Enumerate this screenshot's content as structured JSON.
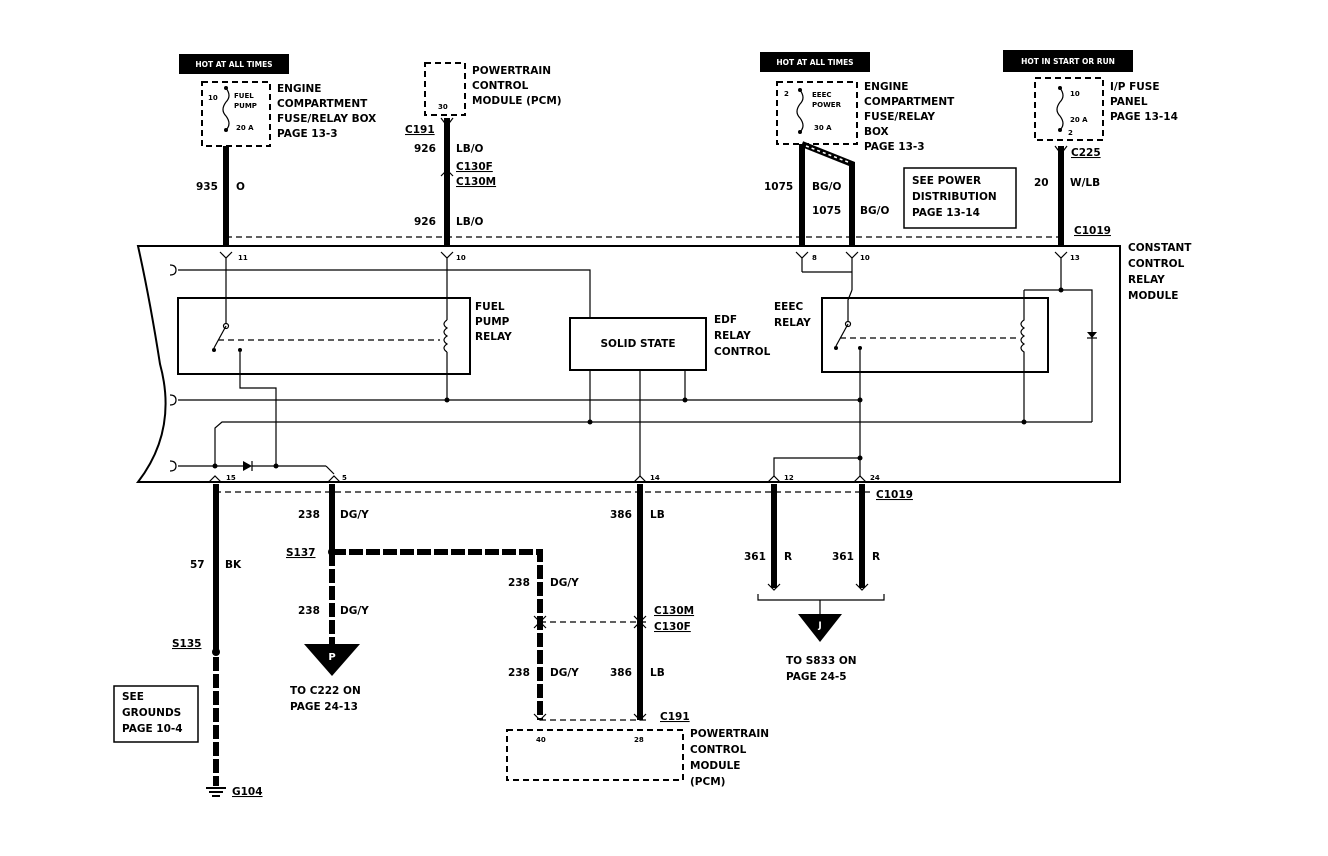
{
  "tags": {
    "hot_1": "HOT AT ALL TIMES",
    "hot_2": "HOT AT ALL TIMES",
    "hot_3": "HOT IN START OR RUN"
  },
  "fuse_fuel_pump": {
    "pin": "10",
    "name1": "FUEL",
    "name2": "PUMP",
    "rating": "20 A"
  },
  "fuse_eeec": {
    "pin": "2",
    "name1": "EEEC",
    "name2": "POWER",
    "rating": "30 A"
  },
  "fuse_ip": {
    "pin": "10",
    "rating": "20 A",
    "pin_b": "2"
  },
  "labels": {
    "engine_box_1": [
      "ENGINE",
      "COMPARTMENT",
      "FUSE/RELAY BOX",
      "PAGE 13-3"
    ],
    "pcm_top": [
      "POWERTRAIN",
      "CONTROL",
      "MODULE (PCM)"
    ],
    "pcm_top_pin": "30",
    "engine_box_2": [
      "ENGINE",
      "COMPARTMENT",
      "FUSE/RELAY",
      "BOX",
      "PAGE 13-3"
    ],
    "ip_fuse": [
      "I/P FUSE",
      "PANEL",
      "PAGE 13-14"
    ],
    "see_power": [
      "SEE POWER",
      "DISTRIBUTION",
      "PAGE 13-14"
    ],
    "module": [
      "CONSTANT",
      "CONTROL",
      "RELAY",
      "MODULE"
    ],
    "fuel_pump_relay": [
      "FUEL",
      "PUMP",
      "RELAY"
    ],
    "solid_state": "SOLID STATE",
    "edf_relay": [
      "EDF",
      "RELAY",
      "CONTROL"
    ],
    "eeec_relay": [
      "EEEC",
      "RELAY"
    ],
    "to_c222": [
      "TO C222 ON",
      "PAGE 24-13"
    ],
    "to_s833": [
      "TO S833 ON",
      "PAGE 24-5"
    ],
    "see_grounds": [
      "SEE",
      "GROUNDS",
      "PAGE 10-4"
    ],
    "pcm_bottom": [
      "POWERTRAIN",
      "CONTROL",
      "MODULE",
      "(PCM)"
    ],
    "pcm_bottom_pin_a": "40",
    "pcm_bottom_pin_b": "28",
    "ref_p": "P",
    "ref_j": "J"
  },
  "wires": {
    "w926_top": {
      "circuit": "926",
      "color": "LB/O"
    },
    "w926_bot": {
      "circuit": "926",
      "color": "LB/O"
    },
    "w935": {
      "circuit": "935",
      "color": "O"
    },
    "w1075_a": {
      "circuit": "1075",
      "color": "BG/O"
    },
    "w1075_b": {
      "circuit": "1075",
      "color": "BG/O"
    },
    "w20": {
      "circuit": "20",
      "color": "W/LB"
    },
    "w238_top": {
      "circuit": "238",
      "color": "DG/Y"
    },
    "w238_p": {
      "circuit": "238",
      "color": "DG/Y"
    },
    "w238_mid": {
      "circuit": "238",
      "color": "DG/Y"
    },
    "w238_low": {
      "circuit": "238",
      "color": "DG/Y"
    },
    "w386_top": {
      "circuit": "386",
      "color": "LB"
    },
    "w386_low": {
      "circuit": "386",
      "color": "LB"
    },
    "w361_a": {
      "circuit": "361",
      "color": "R"
    },
    "w361_b": {
      "circuit": "361",
      "color": "R"
    },
    "w57": {
      "circuit": "57",
      "color": "BK"
    }
  },
  "connectors": {
    "c191_top": "C191",
    "c130f_top": "C130F",
    "c130m_top": "C130M",
    "c225": "C225",
    "c1019_top": "C1019",
    "c1019_bot": "C1019",
    "s137": "S137",
    "c130m_bot": "C130M",
    "c130f_bot": "C130F",
    "c191_bot": "C191",
    "s135": "S135",
    "g104": "G104"
  },
  "pins": {
    "p11": "11",
    "p10": "10",
    "p8": "8",
    "p10b": "10",
    "p13": "13",
    "p15": "15",
    "p5": "5",
    "p14": "14",
    "p12": "12",
    "p24": "24"
  }
}
